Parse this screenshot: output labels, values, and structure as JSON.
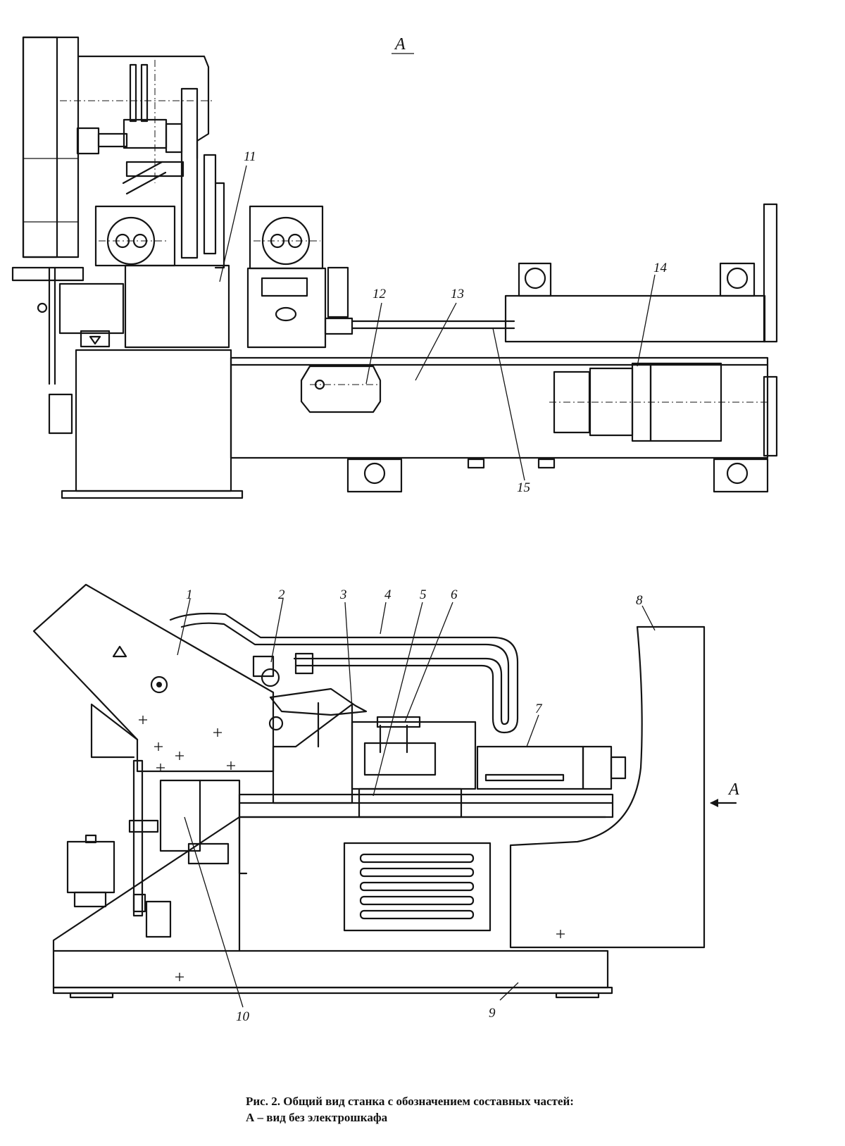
{
  "view": {
    "top_label": "A",
    "arrow_label": "A"
  },
  "parts_top": [
    "11",
    "12",
    "13",
    "14",
    "15"
  ],
  "parts_bottom": [
    "1",
    "2",
    "3",
    "4",
    "5",
    "6",
    "7",
    "8",
    "9",
    "10"
  ],
  "caption": {
    "line1": "Рис. 2. Общий вид станка с обозначением составных частей:",
    "line2": "А – вид без электрошкафа"
  }
}
